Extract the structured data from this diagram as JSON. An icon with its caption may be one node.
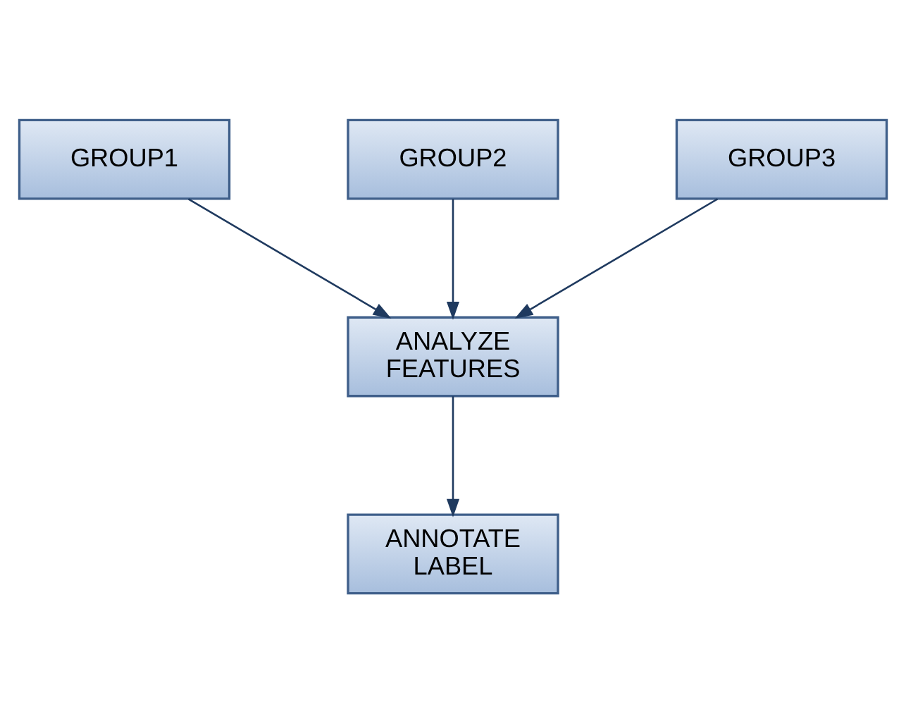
{
  "diagram": {
    "nodes": [
      {
        "text": [
          "GROUP1"
        ]
      },
      {
        "text": [
          "GROUP2"
        ]
      },
      {
        "text": [
          "GROUP3"
        ]
      },
      {
        "text": [
          "ANALYZE FEATURES"
        ]
      },
      {
        "text": [
          "ANNOTATE LABEL"
        ]
      }
    ],
    "edges": [
      {
        "from": 0,
        "to": 3,
        "arrow": "to"
      },
      {
        "from": 1,
        "to": 3,
        "arrow": "to"
      },
      {
        "from": 2,
        "to": 3,
        "arrow": "to"
      },
      {
        "from": 3,
        "to": 4,
        "arrow": "to"
      }
    ]
  }
}
